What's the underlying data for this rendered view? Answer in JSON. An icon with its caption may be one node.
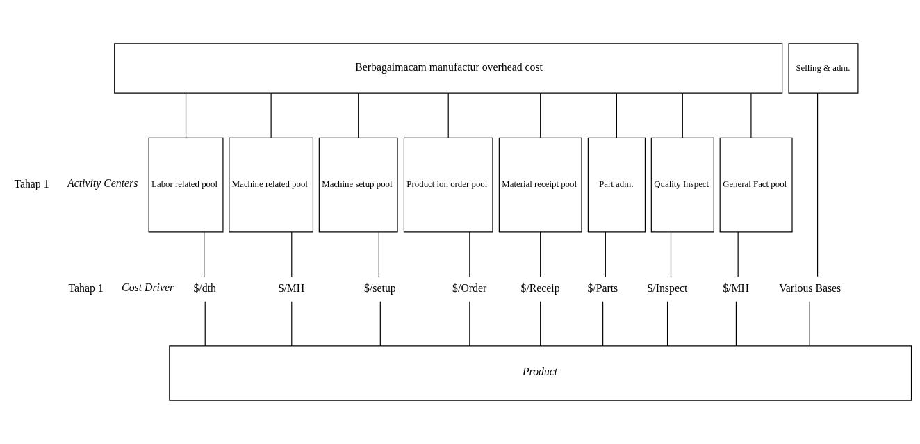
{
  "diagram": {
    "nodes": [
      {
        "text": [
          "Berbagaimacam manufactur overhead cost"
        ]
      },
      {
        "text": [
          "Selling & adm."
        ]
      },
      {
        "text": [
          "Labor related pool"
        ]
      },
      {
        "text": [
          "Machine related pool"
        ]
      },
      {
        "text": [
          "Machine setup pool"
        ]
      },
      {
        "text": [
          "Product ion order pool"
        ]
      },
      {
        "text": [
          "Material receipt pool"
        ]
      },
      {
        "text": [
          "Part adm."
        ]
      },
      {
        "text": [
          "Quality Inspect"
        ]
      },
      {
        "text": [
          "General Fact pool"
        ]
      },
      {
        "text": [
          "$/dth"
        ]
      },
      {
        "text": [
          "$/MH"
        ]
      },
      {
        "text": [
          "$/setup"
        ]
      },
      {
        "text": [
          "$/Order"
        ]
      },
      {
        "text": [
          "$/Receip"
        ]
      },
      {
        "text": [
          "$/Parts"
        ]
      },
      {
        "text": [
          "$/Inspect"
        ]
      },
      {
        "text": [
          "$/MH"
        ]
      },
      {
        "text": [
          "Various Bases"
        ]
      },
      {
        "text": [
          "Product"
        ]
      }
    ],
    "edges": [
      {
        "from": 0,
        "to": 2,
        "arrow": "none"
      },
      {
        "from": 0,
        "to": 3,
        "arrow": "none"
      },
      {
        "from": 0,
        "to": 4,
        "arrow": "none"
      },
      {
        "from": 0,
        "to": 5,
        "arrow": "none"
      },
      {
        "from": 0,
        "to": 6,
        "arrow": "none"
      },
      {
        "from": 0,
        "to": 7,
        "arrow": "none"
      },
      {
        "from": 0,
        "to": 8,
        "arrow": "none"
      },
      {
        "from": 0,
        "to": 9,
        "arrow": "none"
      },
      {
        "from": 1,
        "to": 18,
        "arrow": "none"
      },
      {
        "from": 2,
        "to": 10,
        "arrow": "none"
      },
      {
        "from": 3,
        "to": 11,
        "arrow": "none"
      },
      {
        "from": 4,
        "to": 12,
        "arrow": "none"
      },
      {
        "from": 5,
        "to": 13,
        "arrow": "none"
      },
      {
        "from": 6,
        "to": 14,
        "arrow": "none"
      },
      {
        "from": 7,
        "to": 15,
        "arrow": "none"
      },
      {
        "from": 8,
        "to": 16,
        "arrow": "none"
      },
      {
        "from": 9,
        "to": 17,
        "arrow": "none"
      },
      {
        "from": 10,
        "to": 19,
        "arrow": "none"
      },
      {
        "from": 11,
        "to": 19,
        "arrow": "none"
      },
      {
        "from": 12,
        "to": 19,
        "arrow": "none"
      },
      {
        "from": 13,
        "to": 19,
        "arrow": "none"
      },
      {
        "from": 14,
        "to": 19,
        "arrow": "none"
      },
      {
        "from": 15,
        "to": 19,
        "arrow": "none"
      },
      {
        "from": 16,
        "to": 19,
        "arrow": "none"
      },
      {
        "from": 17,
        "to": 19,
        "arrow": "none"
      },
      {
        "from": 18,
        "to": 19,
        "arrow": "none"
      }
    ],
    "labels": [
      "Tahap 1",
      "Activity Centers",
      "Tahap 1",
      "Cost Driver"
    ]
  }
}
